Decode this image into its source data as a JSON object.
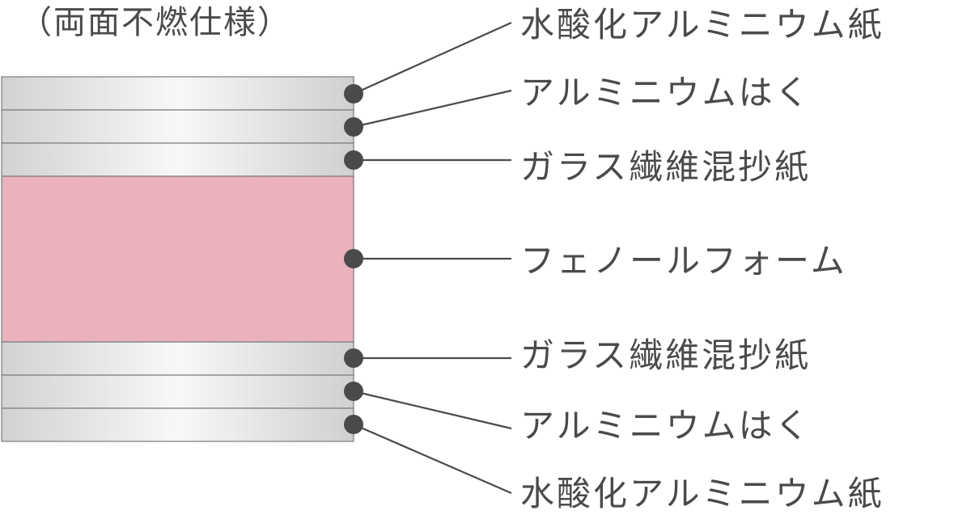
{
  "diagram": {
    "title": "（両面不燃仕様）",
    "colors": {
      "foil_edge": "#cfcfcf",
      "foil_highlight": "#f7f7f7",
      "foam": "#e9b2bc",
      "outline": "#7a7a7a",
      "marker": "#4a4a4a",
      "text": "#4a4a4a"
    },
    "layers": [
      {
        "label": "水酸化アルミニウム紙",
        "material": "foil"
      },
      {
        "label": "アルミニウムはく",
        "material": "foil"
      },
      {
        "label": "ガラス繊維混抄紙",
        "material": "foil"
      },
      {
        "label": "フェノールフォーム",
        "material": "foam"
      },
      {
        "label": "ガラス繊維混抄紙",
        "material": "foil"
      },
      {
        "label": "アルミニウムはく",
        "material": "foil"
      },
      {
        "label": "水酸化アルミニウム紙",
        "material": "foil"
      }
    ]
  }
}
